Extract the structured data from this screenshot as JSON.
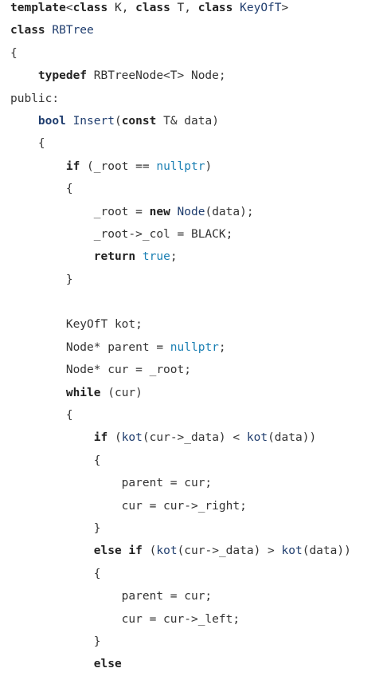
{
  "code": {
    "language": "cpp",
    "colors": {
      "keyword": "#222222",
      "type": "#1f3d6e",
      "title": "#1f3d6e",
      "literal": "#1a7fb3",
      "plain": "#333333",
      "background": "#ffffff"
    },
    "lines": [
      [
        {
          "t": "kw",
          "v": "template"
        },
        {
          "t": "plain",
          "v": "<"
        },
        {
          "t": "kw",
          "v": "class"
        },
        {
          "t": "plain",
          "v": " K, "
        },
        {
          "t": "kw",
          "v": "class"
        },
        {
          "t": "plain",
          "v": " T, "
        },
        {
          "t": "kw",
          "v": "class"
        },
        {
          "t": "plain",
          "v": " "
        },
        {
          "t": "title",
          "v": "KeyOfT"
        },
        {
          "t": "plain",
          "v": ">"
        }
      ],
      [
        {
          "t": "kw",
          "v": "class"
        },
        {
          "t": "plain",
          "v": " "
        },
        {
          "t": "title",
          "v": "RBTree"
        }
      ],
      [
        {
          "t": "plain",
          "v": "{"
        }
      ],
      [
        {
          "t": "plain",
          "v": "    "
        },
        {
          "t": "kw",
          "v": "typedef"
        },
        {
          "t": "plain",
          "v": " RBTreeNode<T> Node;"
        }
      ],
      [
        {
          "t": "plain",
          "v": "public:"
        }
      ],
      [
        {
          "t": "plain",
          "v": "    "
        },
        {
          "t": "type",
          "v": "bool"
        },
        {
          "t": "plain",
          "v": " "
        },
        {
          "t": "fn",
          "v": "Insert"
        },
        {
          "t": "plain",
          "v": "("
        },
        {
          "t": "kw",
          "v": "const"
        },
        {
          "t": "plain",
          "v": " T& data)"
        }
      ],
      [
        {
          "t": "plain",
          "v": "    {"
        }
      ],
      [
        {
          "t": "plain",
          "v": "        "
        },
        {
          "t": "kw",
          "v": "if"
        },
        {
          "t": "plain",
          "v": " (_root == "
        },
        {
          "t": "lit",
          "v": "nullptr"
        },
        {
          "t": "plain",
          "v": ")"
        }
      ],
      [
        {
          "t": "plain",
          "v": "        {"
        }
      ],
      [
        {
          "t": "plain",
          "v": "            _root = "
        },
        {
          "t": "kw",
          "v": "new"
        },
        {
          "t": "plain",
          "v": " "
        },
        {
          "t": "fn",
          "v": "Node"
        },
        {
          "t": "plain",
          "v": "(data);"
        }
      ],
      [
        {
          "t": "plain",
          "v": "            _root->_col = BLACK;"
        }
      ],
      [
        {
          "t": "plain",
          "v": "            "
        },
        {
          "t": "kw",
          "v": "return"
        },
        {
          "t": "plain",
          "v": " "
        },
        {
          "t": "lit",
          "v": "true"
        },
        {
          "t": "plain",
          "v": ";"
        }
      ],
      [
        {
          "t": "plain",
          "v": "        }"
        }
      ],
      [
        {
          "t": "plain",
          "v": ""
        }
      ],
      [
        {
          "t": "plain",
          "v": "        KeyOfT kot;"
        }
      ],
      [
        {
          "t": "plain",
          "v": "        Node* parent = "
        },
        {
          "t": "lit",
          "v": "nullptr"
        },
        {
          "t": "plain",
          "v": ";"
        }
      ],
      [
        {
          "t": "plain",
          "v": "        Node* cur = _root;"
        }
      ],
      [
        {
          "t": "plain",
          "v": "        "
        },
        {
          "t": "kw",
          "v": "while"
        },
        {
          "t": "plain",
          "v": " (cur)"
        }
      ],
      [
        {
          "t": "plain",
          "v": "        {"
        }
      ],
      [
        {
          "t": "plain",
          "v": "            "
        },
        {
          "t": "kw",
          "v": "if"
        },
        {
          "t": "plain",
          "v": " ("
        },
        {
          "t": "fn",
          "v": "kot"
        },
        {
          "t": "plain",
          "v": "(cur->_data) < "
        },
        {
          "t": "fn",
          "v": "kot"
        },
        {
          "t": "plain",
          "v": "(data))"
        }
      ],
      [
        {
          "t": "plain",
          "v": "            {"
        }
      ],
      [
        {
          "t": "plain",
          "v": "                parent = cur;"
        }
      ],
      [
        {
          "t": "plain",
          "v": "                cur = cur->_right;"
        }
      ],
      [
        {
          "t": "plain",
          "v": "            }"
        }
      ],
      [
        {
          "t": "plain",
          "v": "            "
        },
        {
          "t": "kw",
          "v": "else"
        },
        {
          "t": "plain",
          "v": " "
        },
        {
          "t": "kw",
          "v": "if"
        },
        {
          "t": "plain",
          "v": " ("
        },
        {
          "t": "fn",
          "v": "kot"
        },
        {
          "t": "plain",
          "v": "(cur->_data) > "
        },
        {
          "t": "fn",
          "v": "kot"
        },
        {
          "t": "plain",
          "v": "(data))"
        }
      ],
      [
        {
          "t": "plain",
          "v": "            {"
        }
      ],
      [
        {
          "t": "plain",
          "v": "                parent = cur;"
        }
      ],
      [
        {
          "t": "plain",
          "v": "                cur = cur->_left;"
        }
      ],
      [
        {
          "t": "plain",
          "v": "            }"
        }
      ],
      [
        {
          "t": "plain",
          "v": "            "
        },
        {
          "t": "kw",
          "v": "else"
        }
      ]
    ]
  }
}
